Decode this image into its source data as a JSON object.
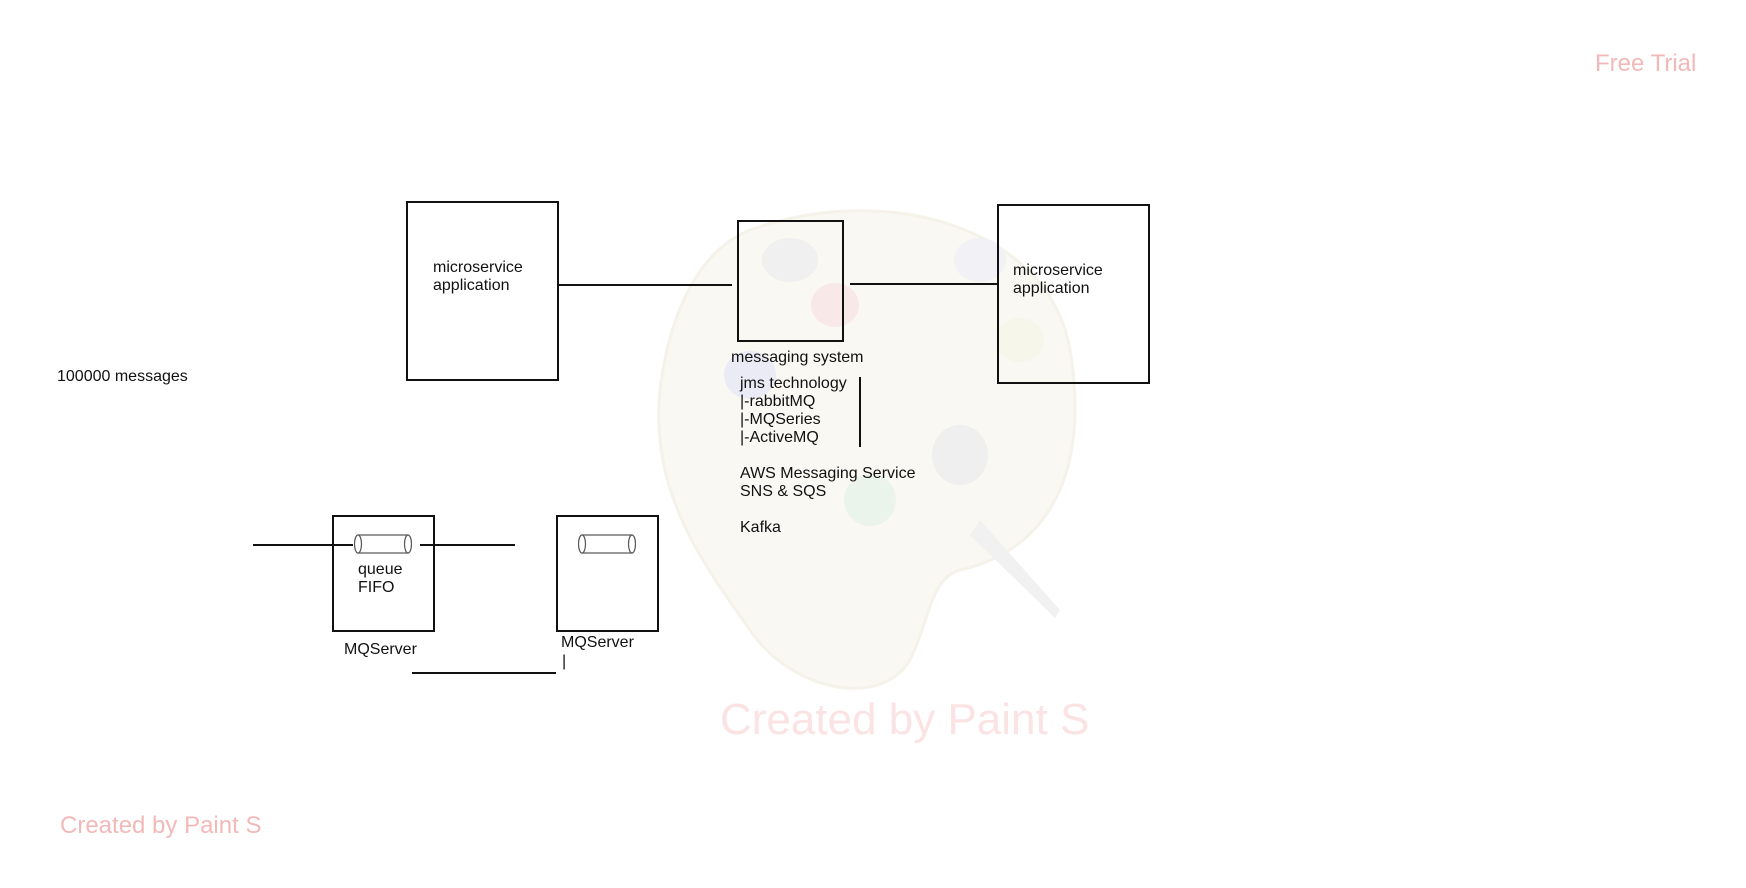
{
  "watermark": {
    "free_trial": "Free Trial",
    "created_by_center": "Created by Paint S",
    "created_by_corner": "Created by Paint S"
  },
  "diagram": {
    "left_app": {
      "line1": "microservice",
      "line2": "application"
    },
    "right_app": {
      "line1": "microservice",
      "line2": "application"
    },
    "messaging_system_label": "messaging system",
    "tech_list": [
      "jms technology",
      "|-rabbitMQ",
      "|-MQSeries",
      "|-ActiveMQ",
      "",
      "AWS Messaging Service",
      "SNS & SQS",
      "",
      "Kafka"
    ],
    "messages_label": "100000 messages",
    "queue_label": {
      "line1": "queue",
      "line2": "FIFO"
    },
    "mqserver_left": "MQServer",
    "mqserver_right": "MQServer",
    "cursor_mark": "|"
  },
  "colors": {
    "stroke": "#111111",
    "watermark_text": "#f3b9b9",
    "watermark_big": "#fbe3e3"
  }
}
